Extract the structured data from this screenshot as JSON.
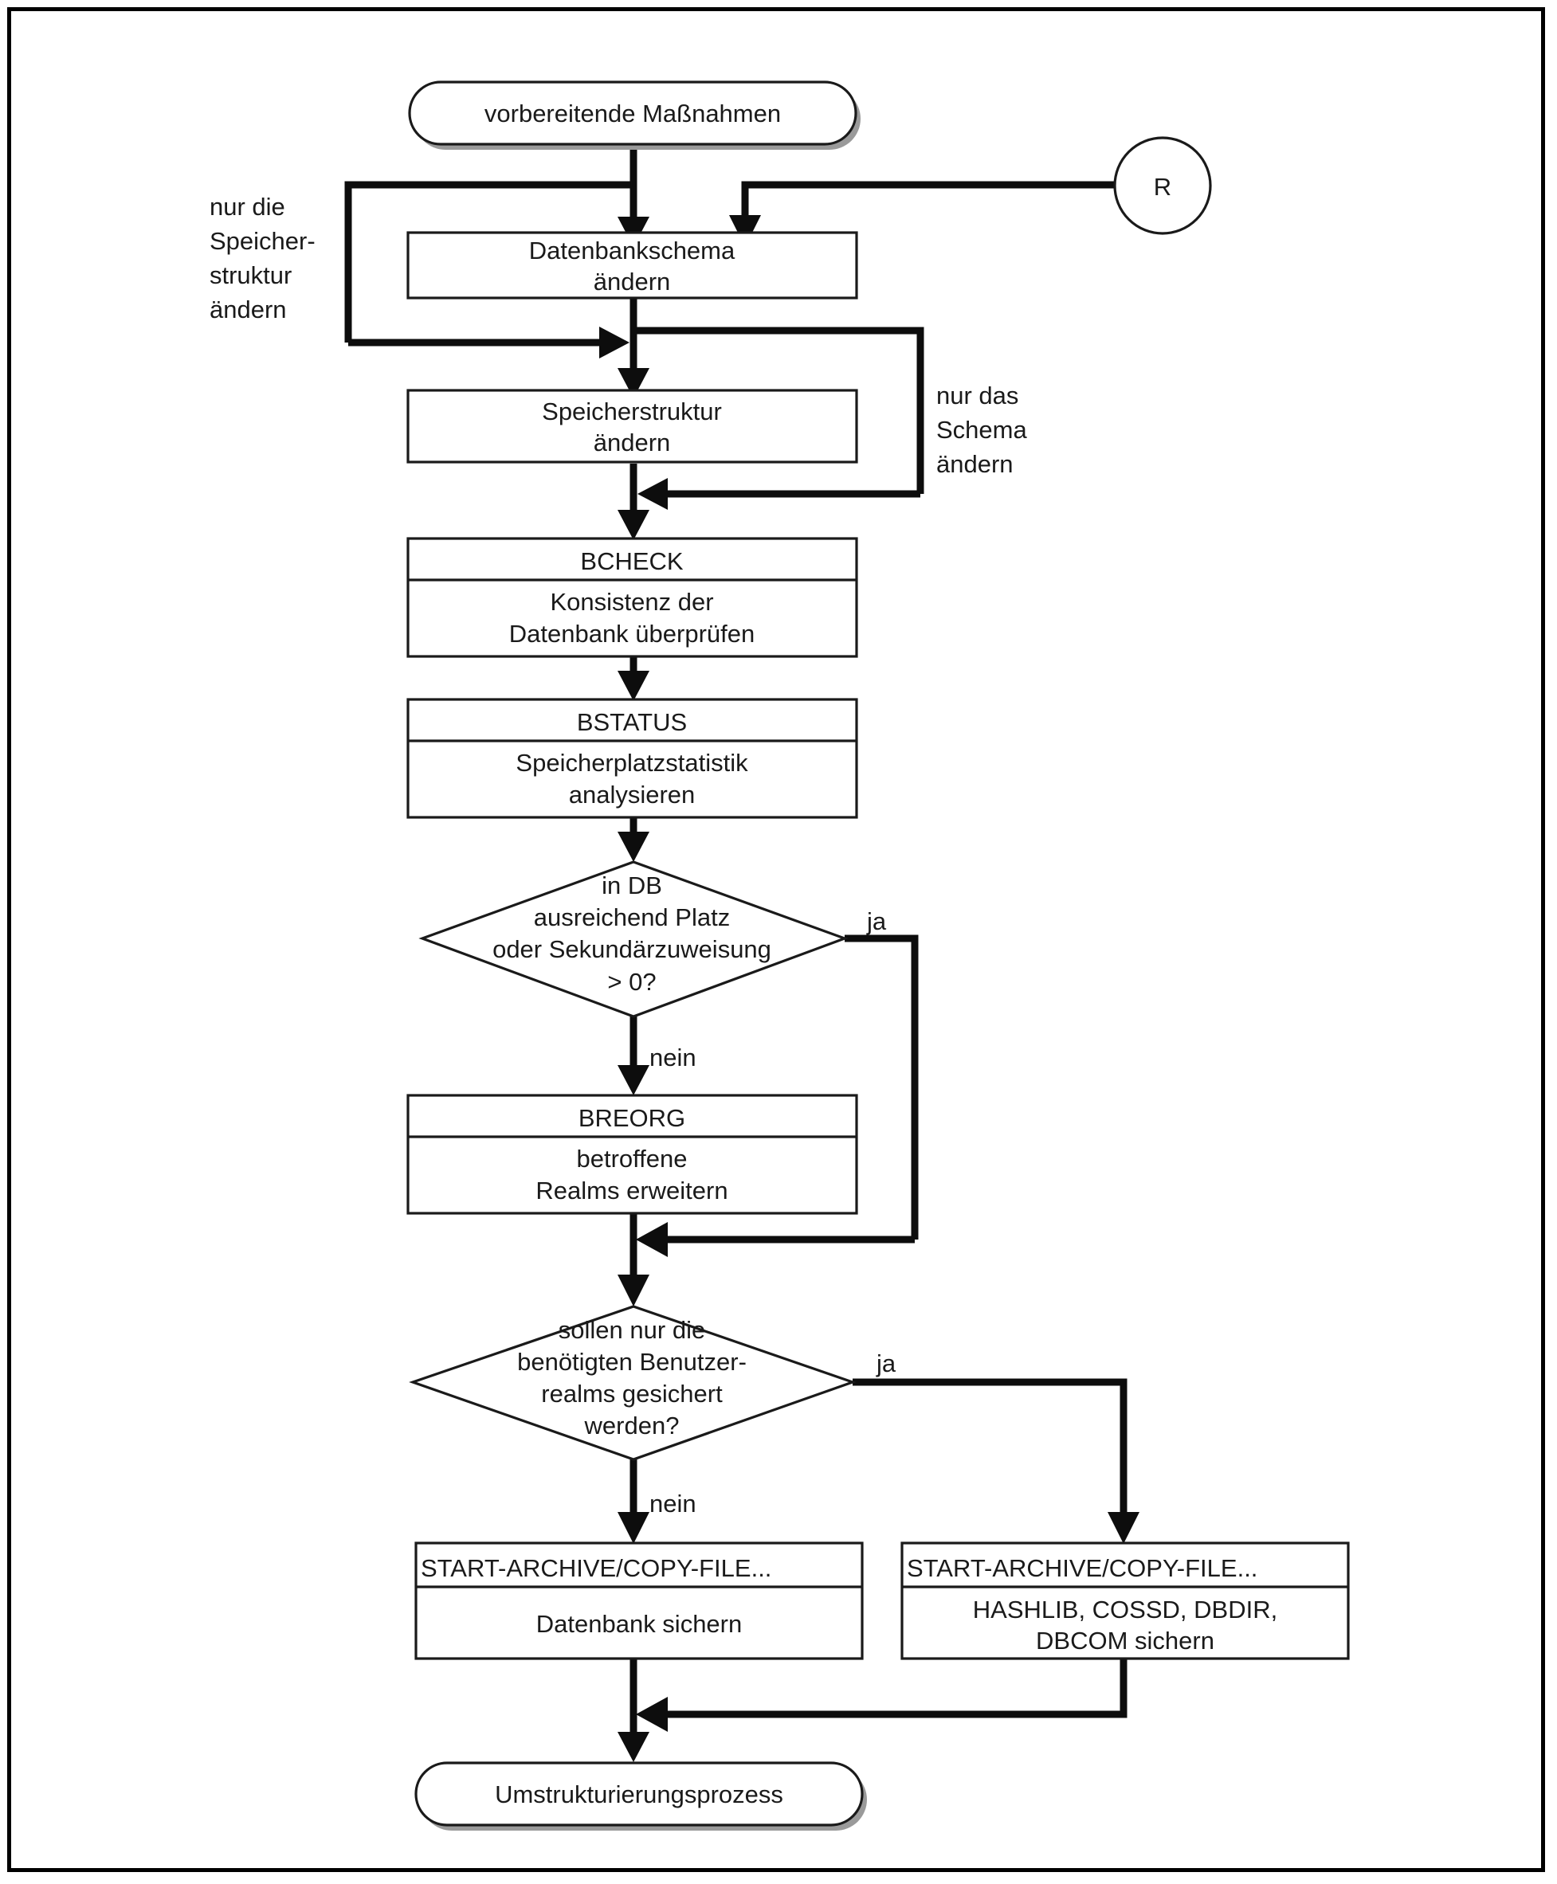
{
  "diagram": {
    "title_absent": true,
    "type": "flowchart",
    "language": "de",
    "nodes": {
      "start": {
        "id": "start",
        "shape": "terminator",
        "label": "vorbereitende Maßnahmen"
      },
      "connector_r": {
        "id": "connector_r",
        "shape": "circle-connector",
        "label": "R"
      },
      "schema": {
        "id": "schema",
        "shape": "process",
        "line1": "Datenbankschema",
        "line2": "ändern"
      },
      "speicher": {
        "id": "speicher",
        "shape": "process",
        "line1": "Speicherstruktur",
        "line2": "ändern"
      },
      "bcheck": {
        "id": "bcheck",
        "shape": "process-titled",
        "title": "BCHECK",
        "line1": "Konsistenz der",
        "line2": "Datenbank überprüfen"
      },
      "bstatus": {
        "id": "bstatus",
        "shape": "process-titled",
        "title": "BSTATUS",
        "line1": "Speicherplatzstatistik",
        "line2": "analysieren"
      },
      "decision_space": {
        "id": "decision_space",
        "shape": "decision",
        "line1": "in DB",
        "line2": "ausreichend Platz",
        "line3": "oder Sekundärzuweisung",
        "line4": "> 0?"
      },
      "breorg": {
        "id": "breorg",
        "shape": "process-titled",
        "title": "BREORG",
        "line1": "betroffene",
        "line2": "Realms erweitern"
      },
      "decision_backup": {
        "id": "decision_backup",
        "shape": "decision",
        "line1": "sollen nur die",
        "line2": "benötigten Benutzer-",
        "line3": "realms gesichert",
        "line4": "werden?"
      },
      "archive_db": {
        "id": "archive_db",
        "shape": "process-titled",
        "title": "START-ARCHIVE/COPY-FILE...",
        "line1": "Datenbank sichern",
        "line2": ""
      },
      "archive_parts": {
        "id": "archive_parts",
        "shape": "process-titled",
        "title": "START-ARCHIVE/COPY-FILE...",
        "line1": "HASHLIB, COSSD, DBDIR,",
        "line2": "DBCOM sichern"
      },
      "end": {
        "id": "end",
        "shape": "terminator",
        "label": "Umstrukturierungsprozess"
      }
    },
    "edge_labels": {
      "only_storage": {
        "line1": "nur die",
        "line2": "Speicher-",
        "line3": "struktur",
        "line4": "ändern"
      },
      "only_schema": {
        "line1": "nur das",
        "line2": "Schema",
        "line3": "ändern"
      },
      "space_yes": "ja",
      "space_no": "nein",
      "backup_yes": "ja",
      "backup_no": "nein"
    },
    "colors": {
      "stroke": "#1a1a1a",
      "flow": "#0d0d0d",
      "fill": "#ffffff",
      "frame": "#000000",
      "shadow": "#9a9a9a"
    }
  }
}
